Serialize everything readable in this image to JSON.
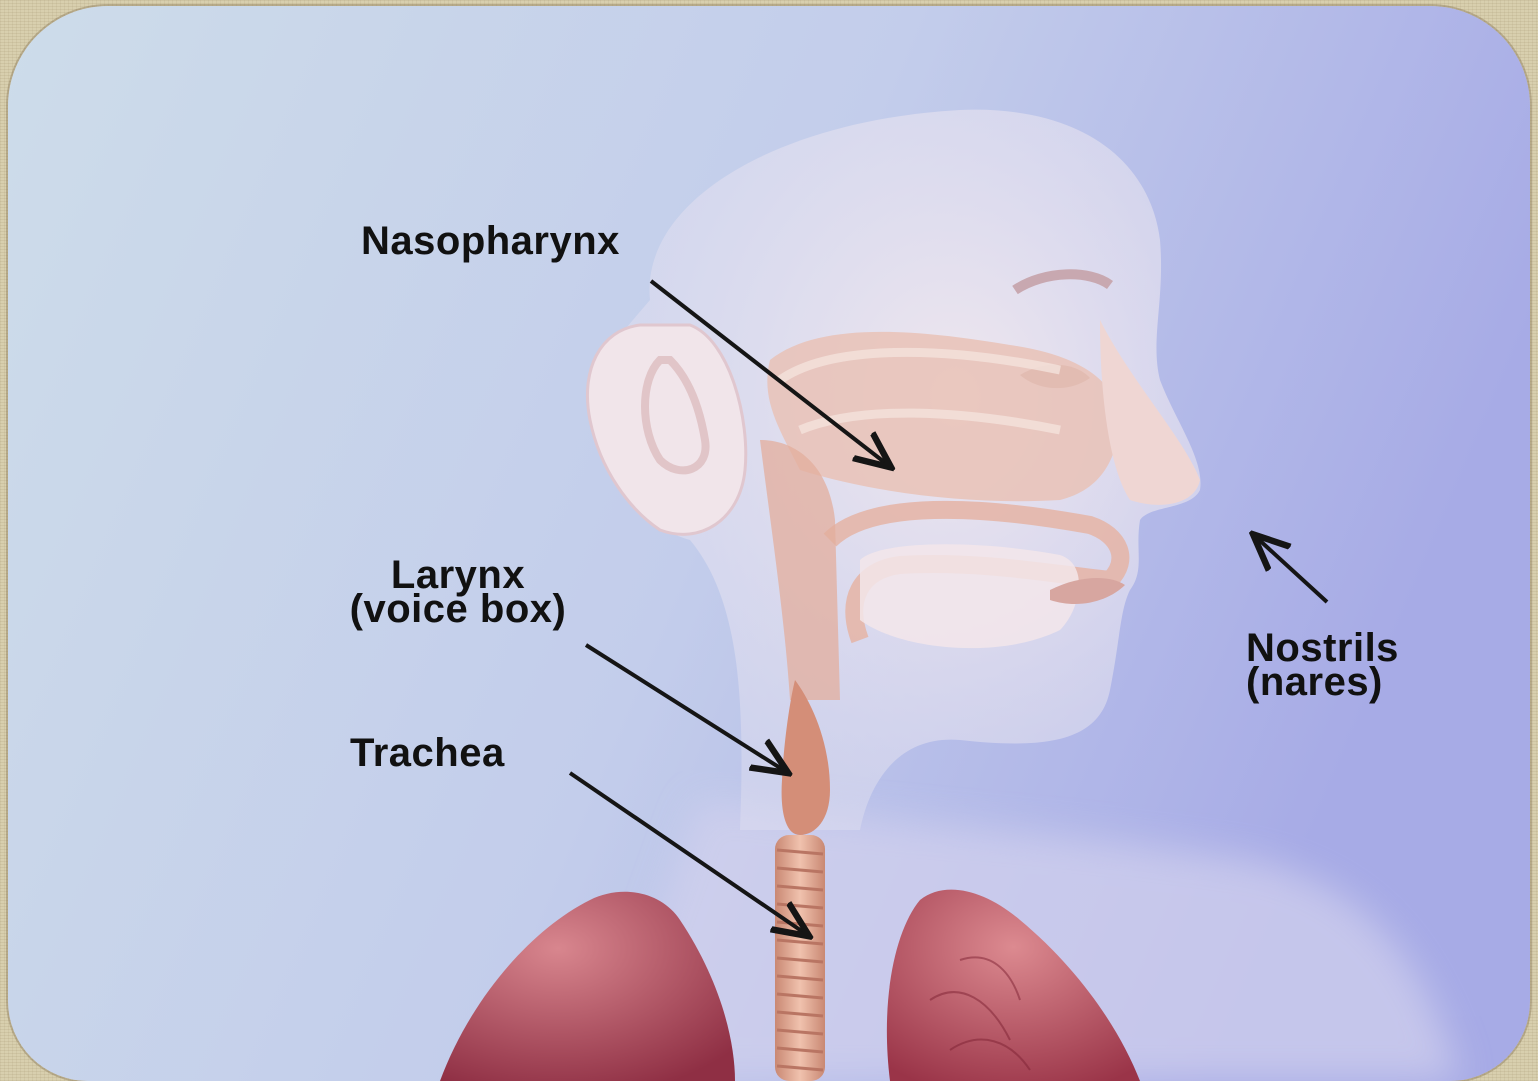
{
  "labels": {
    "nasopharynx": "Nasopharynx",
    "larynx_line1": "Larynx",
    "larynx_line2": "(voice box)",
    "trachea": "Trachea",
    "nostrils_line1": "Nostrils",
    "nostrils_line2": "(nares)"
  },
  "colors": {
    "background_top": "#cfdcec",
    "background_right": "#a9aee6",
    "tissue": "#e8b8aa",
    "lung": "#b04458",
    "arrow": "#151515",
    "frame": "#d8cfae"
  }
}
